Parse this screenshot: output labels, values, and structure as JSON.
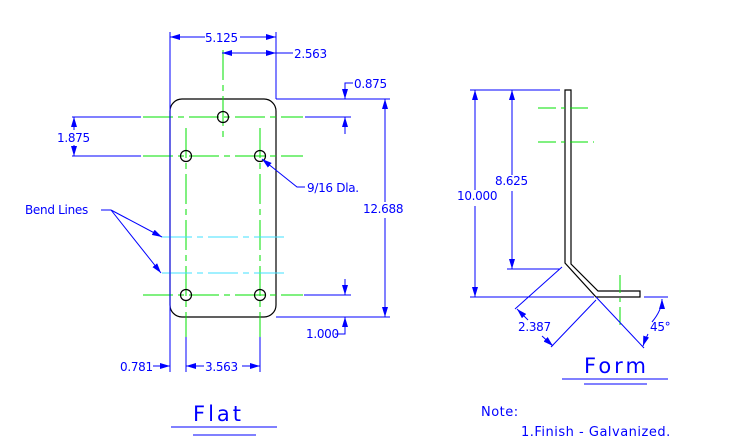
{
  "flat_view": {
    "title": "Flat",
    "dims": {
      "width": "5.125",
      "center_offset": "2.563",
      "top_hole_offset": "0.875",
      "hole_spacing_vertical": "1.875",
      "hole_dia": "9/16 Dla.",
      "overall_length": "12.688",
      "bottom_hole_offset": "1.000",
      "edge_offset": "0.781",
      "hole_spacing_horizontal": "3.563"
    },
    "bend_label": "Bend Lines"
  },
  "form_view": {
    "title": "Form",
    "dims": {
      "height": "10.000",
      "bend_height": "8.625",
      "leg_length": "2.387",
      "angle": "45°"
    }
  },
  "note": {
    "label": "Note:",
    "item": "1.Finish - Galvanized."
  },
  "colors": {
    "dimension": "#0000ff",
    "centerline": "#00e000",
    "bendline": "#40e0ff",
    "object": "#000000"
  }
}
